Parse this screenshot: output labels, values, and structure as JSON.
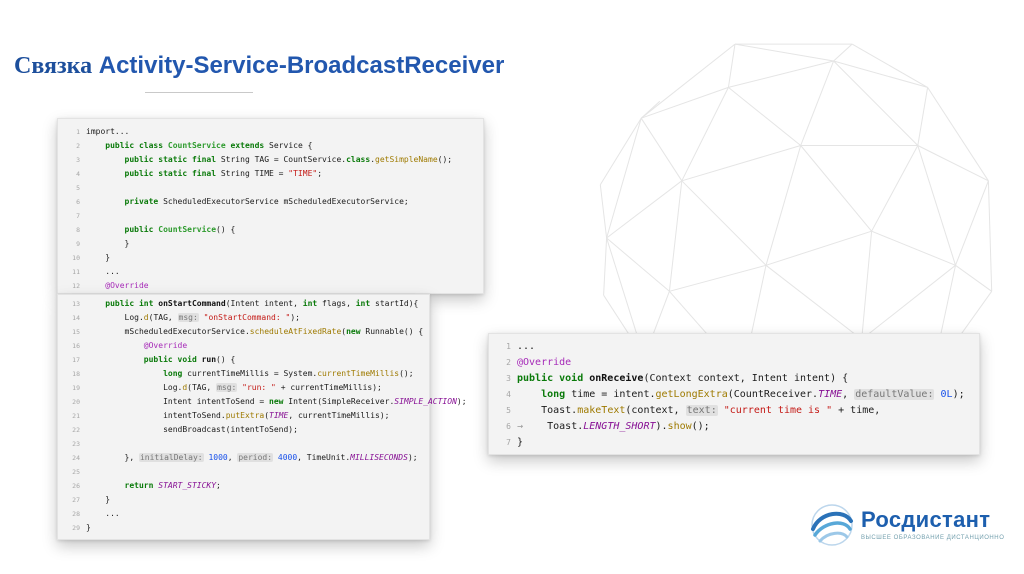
{
  "slide": {
    "title_prefix": "Связка",
    "title_main": "Activity-Service-BroadcastReceiver"
  },
  "logo": {
    "name": "Росдистант",
    "tagline": "ВЫСШЕЕ ОБРАЗОВАНИЕ ДИСТАНЦИОННО"
  },
  "colors": {
    "title_blue": "#2257ae",
    "logo_blue": "#1d5fae",
    "code_bg": "#f3f3f3",
    "keyword_green": "#0a7a0a",
    "string_red": "#c41a16",
    "annotation_purple": "#a62ab8",
    "method_gold": "#9e7a00",
    "constant_purple": "#871094",
    "number_blue": "#1750eb",
    "sphere_gray": "#e5e5e5"
  },
  "code_blocks": [
    {
      "id": "service",
      "lines": [
        {
          "n": 1,
          "segs": [
            [
              "p",
              "import..."
            ]
          ]
        },
        {
          "n": 2,
          "segs": [
            [
              "p",
              "    "
            ],
            [
              "k",
              "public class "
            ],
            [
              "cl",
              "CountService"
            ],
            [
              "p",
              " "
            ],
            [
              "k",
              "extends"
            ],
            [
              "p",
              " Service {"
            ]
          ]
        },
        {
          "n": 3,
          "segs": [
            [
              "p",
              "        "
            ],
            [
              "k",
              "public static final "
            ],
            [
              "p",
              "String TAG = CountService."
            ],
            [
              "k",
              "class"
            ],
            [
              "p",
              "."
            ],
            [
              "m",
              "getSimpleName"
            ],
            [
              "p",
              "();"
            ]
          ]
        },
        {
          "n": 4,
          "segs": [
            [
              "p",
              "        "
            ],
            [
              "k",
              "public static final "
            ],
            [
              "p",
              "String TIME = "
            ],
            [
              "s",
              "\"TIME\""
            ],
            [
              "p",
              ";"
            ]
          ]
        },
        {
          "n": 5,
          "segs": []
        },
        {
          "n": 6,
          "segs": [
            [
              "p",
              "        "
            ],
            [
              "k",
              "private "
            ],
            [
              "p",
              "ScheduledExecutorService mScheduledExecutorService;"
            ]
          ]
        },
        {
          "n": 7,
          "segs": []
        },
        {
          "n": 8,
          "segs": [
            [
              "p",
              "        "
            ],
            [
              "k",
              "public "
            ],
            [
              "cl",
              "CountService"
            ],
            [
              "p",
              "() {"
            ]
          ]
        },
        {
          "n": 9,
          "segs": [
            [
              "p",
              "        }"
            ]
          ]
        },
        {
          "n": 10,
          "segs": [
            [
              "p",
              "    }"
            ]
          ]
        },
        {
          "n": 11,
          "segs": [
            [
              "p",
              "    ..."
            ]
          ]
        },
        {
          "n": 12,
          "segs": [
            [
              "p",
              "    "
            ],
            [
              "a",
              "@Override"
            ]
          ]
        },
        {
          "n": 13,
          "segs": [
            [
              "p",
              "    "
            ],
            [
              "k",
              "public int "
            ],
            [
              "f",
              "onStartCommand"
            ],
            [
              "p",
              "(Intent intent, "
            ],
            [
              "k",
              "int"
            ],
            [
              "p",
              " flags, "
            ],
            [
              "k",
              "int"
            ],
            [
              "p",
              " startId){"
            ]
          ]
        },
        {
          "n": 14,
          "segs": [
            [
              "p",
              "        Log."
            ],
            [
              "m",
              "d"
            ],
            [
              "p",
              "(TAG, "
            ],
            [
              "h",
              "msg:"
            ],
            [
              "p",
              " "
            ],
            [
              "s",
              "\"onStartCommand: \""
            ],
            [
              "p",
              ");"
            ]
          ]
        },
        {
          "n": 15,
          "segs": [
            [
              "p",
              "        mScheduledExecutorService."
            ],
            [
              "m",
              "scheduleAtFixedRate"
            ],
            [
              "p",
              "("
            ],
            [
              "k",
              "new "
            ],
            [
              "p",
              "Runnable() {"
            ]
          ]
        },
        {
          "n": 16,
          "segs": [
            [
              "p",
              "            "
            ],
            [
              "a",
              "@Override"
            ]
          ]
        },
        {
          "n": 17,
          "segs": [
            [
              "p",
              "            "
            ],
            [
              "k",
              "public void "
            ],
            [
              "f",
              "run"
            ],
            [
              "p",
              "() {"
            ]
          ]
        },
        {
          "n": 18,
          "segs": [
            [
              "p",
              "                "
            ],
            [
              "k",
              "long "
            ],
            [
              "p",
              "currentTimeMillis = System."
            ],
            [
              "m",
              "currentTimeMillis"
            ],
            [
              "p",
              "();"
            ]
          ]
        },
        {
          "n": 19,
          "segs": [
            [
              "p",
              "                Log."
            ],
            [
              "m",
              "d"
            ],
            [
              "p",
              "(TAG, "
            ],
            [
              "h",
              "msg:"
            ],
            [
              "p",
              " "
            ],
            [
              "s",
              "\"run: \""
            ],
            [
              "p",
              " + currentTimeMillis);"
            ]
          ]
        },
        {
          "n": 20,
          "segs": [
            [
              "p",
              "                Intent intentToSend = "
            ],
            [
              "k",
              "new "
            ],
            [
              "p",
              "Intent(SimpleReceiver."
            ],
            [
              "c",
              "SIMPLE_ACTION"
            ],
            [
              "p",
              ");"
            ]
          ]
        },
        {
          "n": 21,
          "segs": [
            [
              "p",
              "                intentToSend."
            ],
            [
              "m",
              "putExtra"
            ],
            [
              "p",
              "("
            ],
            [
              "c",
              "TIME"
            ],
            [
              "p",
              ", currentTimeMillis);"
            ]
          ]
        },
        {
          "n": 22,
          "segs": [
            [
              "p",
              "                sendBroadcast(intentToSend);"
            ]
          ]
        },
        {
          "n": 23,
          "segs": []
        },
        {
          "n": 24,
          "segs": [
            [
              "p",
              "        }, "
            ],
            [
              "h",
              "initialDelay:"
            ],
            [
              "p",
              " "
            ],
            [
              "n",
              "1000"
            ],
            [
              "p",
              ", "
            ],
            [
              "h",
              "period:"
            ],
            [
              "p",
              " "
            ],
            [
              "n",
              "4000"
            ],
            [
              "p",
              ", TimeUnit."
            ],
            [
              "c",
              "MILLISECONDS"
            ],
            [
              "p",
              ");"
            ]
          ]
        },
        {
          "n": 25,
          "segs": []
        },
        {
          "n": 26,
          "segs": [
            [
              "p",
              "        "
            ],
            [
              "k",
              "return "
            ],
            [
              "c",
              "START_STICKY"
            ],
            [
              "p",
              ";"
            ]
          ]
        },
        {
          "n": 27,
          "segs": [
            [
              "p",
              "    }"
            ]
          ]
        },
        {
          "n": 28,
          "segs": [
            [
              "p",
              "    ..."
            ]
          ]
        },
        {
          "n": 29,
          "segs": [
            [
              "p",
              "}"
            ]
          ]
        }
      ]
    },
    {
      "id": "receiver",
      "lines": [
        {
          "n": 1,
          "segs": [
            [
              "p",
              "..."
            ]
          ]
        },
        {
          "n": 2,
          "segs": [
            [
              "a",
              "@Override"
            ]
          ]
        },
        {
          "n": 3,
          "segs": [
            [
              "k",
              "public void "
            ],
            [
              "f",
              "onReceive"
            ],
            [
              "p",
              "(Context context, Intent intent) {"
            ]
          ]
        },
        {
          "n": 4,
          "segs": [
            [
              "p",
              "    "
            ],
            [
              "k",
              "long "
            ],
            [
              "p",
              "time = intent."
            ],
            [
              "m",
              "getLongExtra"
            ],
            [
              "p",
              "(CountReceiver."
            ],
            [
              "c",
              "TIME"
            ],
            [
              "p",
              ", "
            ],
            [
              "h",
              "defaultValue:"
            ],
            [
              "p",
              " "
            ],
            [
              "n",
              "0L"
            ],
            [
              "p",
              ");"
            ]
          ]
        },
        {
          "n": 5,
          "segs": [
            [
              "p",
              "    Toast."
            ],
            [
              "m",
              "makeText"
            ],
            [
              "p",
              "(context, "
            ],
            [
              "h",
              "text:"
            ],
            [
              "p",
              " "
            ],
            [
              "s",
              "\"current time is \""
            ],
            [
              "p",
              " + time,"
            ]
          ]
        },
        {
          "n": 6,
          "segs": [
            [
              "d",
              "→"
            ],
            [
              "p",
              "    Toast."
            ],
            [
              "c",
              "LENGTH_SHORT"
            ],
            [
              "p",
              ")."
            ],
            [
              "m",
              "show"
            ],
            [
              "p",
              "();"
            ]
          ]
        },
        {
          "n": 7,
          "segs": [
            [
              "p",
              "}"
            ]
          ]
        }
      ]
    }
  ]
}
